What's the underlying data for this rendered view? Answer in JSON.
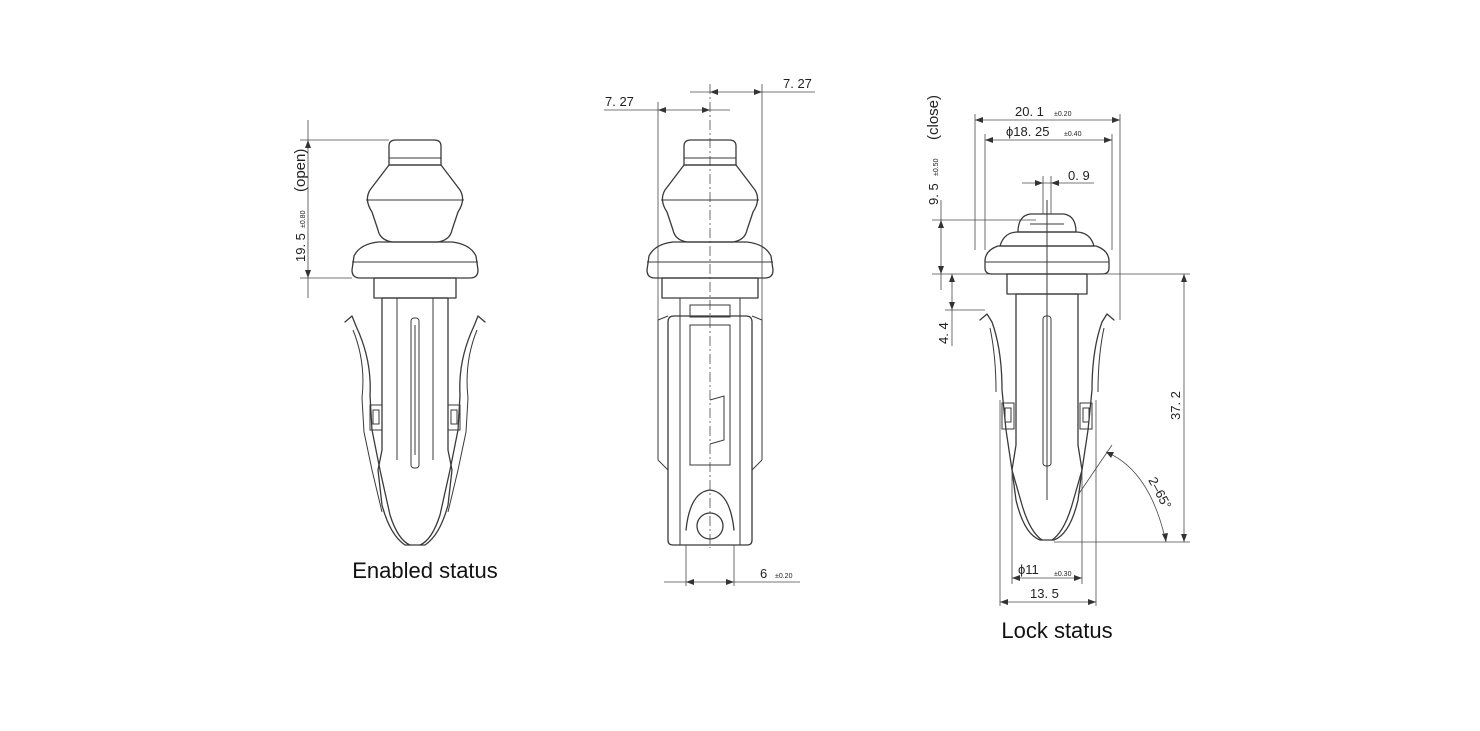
{
  "captions": {
    "enabled": "Enabled status",
    "lock": "Lock status"
  },
  "dimensions": {
    "open_height": "19. 5",
    "open_height_tol": "±0.80",
    "open_note": "(open)",
    "offset_left": "7. 27",
    "offset_right": "7. 27",
    "width_side": "6",
    "width_side_tol": "±0.20",
    "flange_width": "20. 1",
    "flange_width_tol": "±0.20",
    "head_diameter": "ϕ18. 25",
    "head_diameter_tol": "±0.40",
    "pin_width": "0. 9",
    "close_height": "9. 5",
    "close_height_tol": "±0.50",
    "close_note": "(close)",
    "collar_height": "4. 4",
    "length": "37. 2",
    "angle": "2–65°",
    "tip_diameter": "ϕ11",
    "tip_diameter_tol": "±0.30",
    "body_width": "13. 5"
  }
}
